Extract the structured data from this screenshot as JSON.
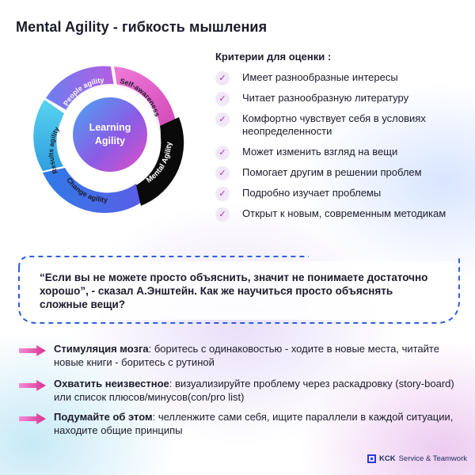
{
  "title": "Mental Agility - гибкость мышления",
  "wheel": {
    "center_line1": "Learning",
    "center_line2": "Agility",
    "segments": {
      "people": "People agility",
      "self": "Self-awareness",
      "results": "Results agility",
      "change": "Change agility",
      "mental": "Mental Agility"
    },
    "colors": {
      "pink": "#e05cc4",
      "purple": "#9a64e4",
      "blue": "#3f7ce8",
      "cyan": "#3db5e6",
      "black": "#0a0a0a"
    }
  },
  "criteria": {
    "title": "Критерии для оценки :",
    "items": [
      "Имеет разнообразные интересы",
      "Читает разнообразную литературу",
      "Комфортно чувствует себя в условиях неопределенности",
      "Может изменить взгляд на вещи",
      "Помогает другим в решении проблем",
      "Подробно изучает проблемы",
      "Открыт к новым, современным методикам"
    ],
    "check_icon": "✓"
  },
  "quote": "“Если вы не можете просто объяснить, значит не понимаете достаточно хорошо”, - сказал А.Энштейн. Как же научиться просто объяснять сложные вещи?",
  "tips": [
    {
      "lead": "Стимуляция мозга",
      "text": ": боритесь с одинаковостью - ходите в новые места, читайте новые книги - боритесь с рутиной"
    },
    {
      "lead": "Охватить неизвестное",
      "text": ": визуализируйте проблему через раскадровку (story-board) или список плюсов/минусов(con/pro list)"
    },
    {
      "lead": "Подумайте об этом",
      "text": ": челленжите сами себя, ищите параллели в каждой ситуации, находите общие принципы"
    }
  ],
  "brand": {
    "name": "KCK",
    "tagline": "Service & Teamwork"
  }
}
